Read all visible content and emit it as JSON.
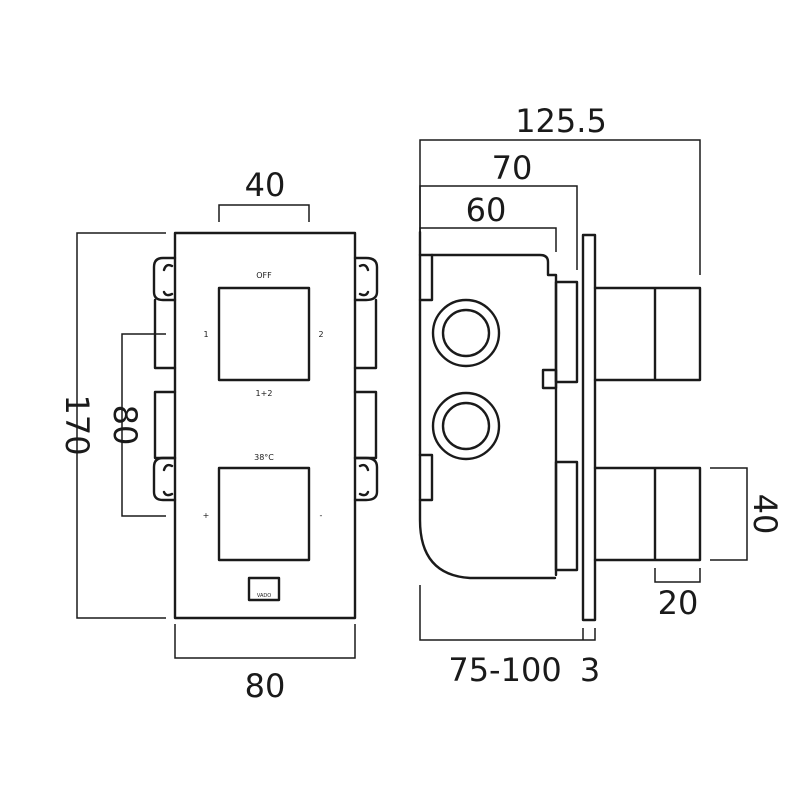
{
  "dimensions": {
    "front_top_width": "40",
    "front_height": "170",
    "front_control_spacing": "80",
    "front_width": "80",
    "side_total_depth": "125.5",
    "side_depth_70": "70",
    "side_depth_60": "60",
    "side_knob_diameter": "40",
    "side_knob_length": "20",
    "side_wall_depth": "75-100",
    "side_plate_thickness": "3"
  },
  "front_labels": {
    "top_control_top": "OFF",
    "top_control_left": "1",
    "top_control_right": "2",
    "top_control_bottom": "1+2",
    "bottom_control_top": "38°C",
    "bottom_control_left": "+",
    "bottom_control_right": "-",
    "logo": "VADO"
  }
}
